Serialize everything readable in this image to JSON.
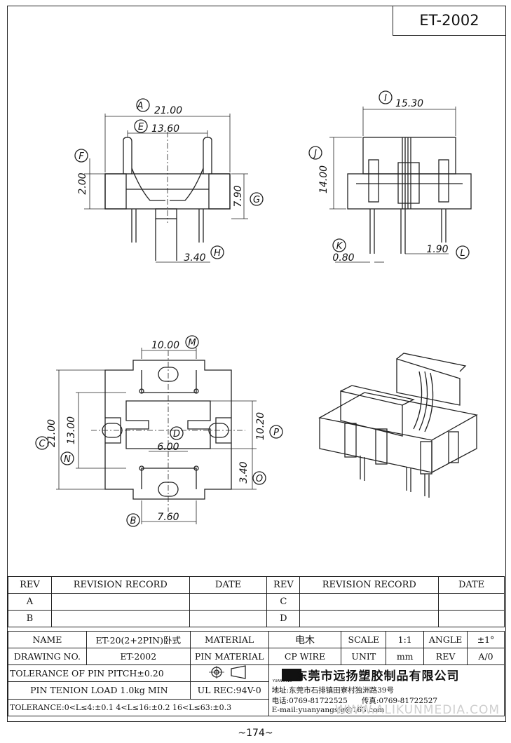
{
  "part_number": "ET-2002",
  "page_number": "~174~",
  "watermark": "WWW.ALIKUNMEDIA.COM",
  "front_view": {
    "dim_a": {
      "label": "A",
      "value": "21.00"
    },
    "dim_e": {
      "label": "E",
      "value": "13.60"
    },
    "dim_f": {
      "label": "F",
      "value": "2.00"
    },
    "dim_g": {
      "label": "G",
      "value": "7.90"
    },
    "dim_h": {
      "label": "H",
      "value": "3.40"
    }
  },
  "side_view": {
    "dim_i": {
      "label": "I",
      "value": "15.30"
    },
    "dim_j": {
      "label": "J",
      "value": "14.00"
    },
    "dim_k": {
      "label": "K",
      "value": "0.80"
    },
    "dim_l": {
      "label": "L",
      "value": "1.90"
    }
  },
  "bottom_view": {
    "dim_m": {
      "label": "M",
      "value": "10.00"
    },
    "dim_c": {
      "label": "C",
      "value": "21.00"
    },
    "dim_n": {
      "label": "N",
      "value": "13.00"
    },
    "dim_d": {
      "label": "D",
      "value": "6.00"
    },
    "dim_p": {
      "label": "P",
      "value": "10.20"
    },
    "dim_o": {
      "label": "O",
      "value": "3.40"
    },
    "dim_b": {
      "label": "B",
      "value": "7.60"
    }
  },
  "revision_table": {
    "headers": [
      "REV",
      "REVISION RECORD",
      "DATE",
      "REV",
      "REVISION RECORD",
      "DATE"
    ],
    "rows": [
      [
        "A",
        "",
        "",
        "C",
        "",
        ""
      ],
      [
        "B",
        "",
        "",
        "D",
        "",
        ""
      ]
    ]
  },
  "title_block": {
    "name_label": "NAME",
    "name_value": "ET-20(2+2PIN)卧式",
    "material_label": "MATERIAL",
    "material_value": "电木",
    "scale_label": "SCALE",
    "scale_value": "1:1",
    "angle_label": "ANGLE",
    "angle_value": "±1°",
    "drawing_no_label": "DRAWING NO.",
    "drawing_no_value": "ET-2002",
    "pin_material_label": "PIN MATERIAL",
    "pin_material_value": "CP WIRE",
    "unit_label": "UNIT",
    "unit_value": "mm",
    "rev_label": "REV",
    "rev_value": "A/0",
    "tolerance_pitch": "TOLERANCE OF PIN PITCH±0.20",
    "pin_tension": "PIN TENION LOAD 1.0kg MIN",
    "ul_rec": "UL REC:94V-0",
    "tolerance": "TOLERANCE:0<L≤4:±0.1  4<L≤16:±0.2  16<L≤63:±0.3",
    "company_name": "东莞市远扬塑胶制品有限公司",
    "logo_text": "YUANYANG",
    "address": "地址:东莞市石排镇田寮村独洲路39号",
    "phone": "电话:0769-81722525",
    "fax": "传真:0769-81722527",
    "email": "E-mail:yuanyangsjg@163.com"
  }
}
